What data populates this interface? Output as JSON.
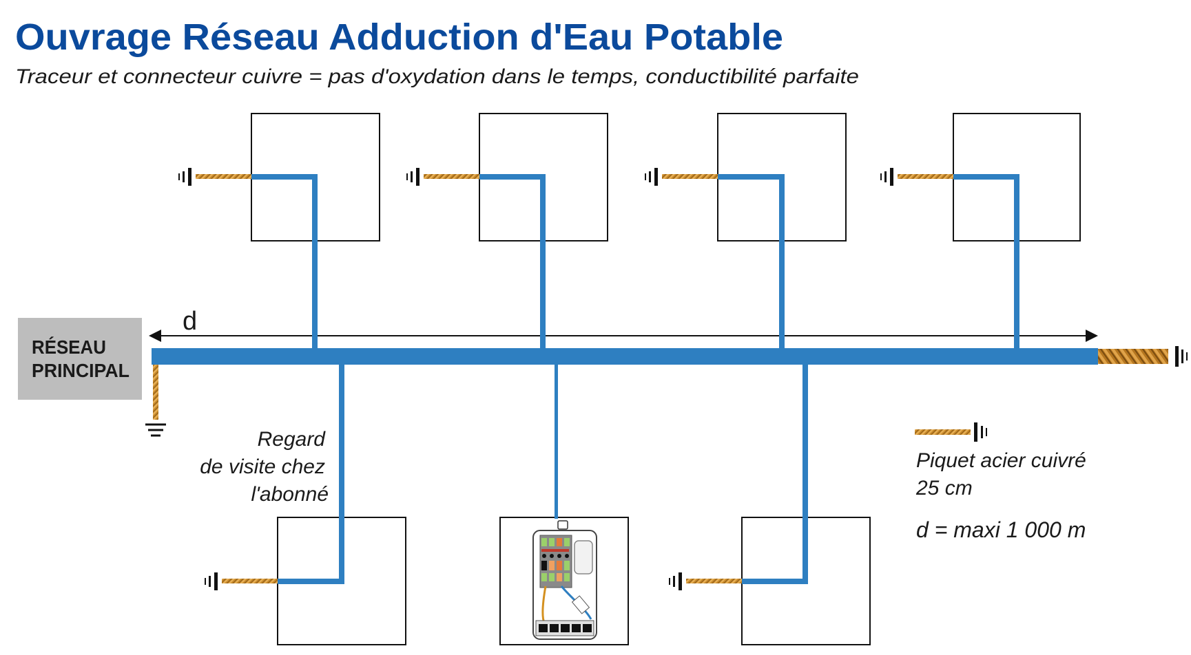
{
  "title": "Ouvrage Réseau Adduction d'Eau Potable",
  "subtitle": "Traceur et connecteur cuivre = pas d'oxydation dans le temps, conductibilité parfaite",
  "main_network": {
    "label_line1": "RÉSEAU",
    "label_line2": "PRINCIPAL"
  },
  "distance_label": "d",
  "regard_label": {
    "line1": "Regard",
    "line2": "de visite chez",
    "line3": "l'abonné"
  },
  "legend": {
    "stake_line1": "Piquet acier cuivré",
    "stake_line2": "25 cm",
    "max_distance": "d = maxi 1 000 m"
  },
  "colors": {
    "pipe": "#2e7fc1",
    "copper": "#c98a2b",
    "title": "#0b4a9c",
    "network_box": "#bdbdbd"
  }
}
